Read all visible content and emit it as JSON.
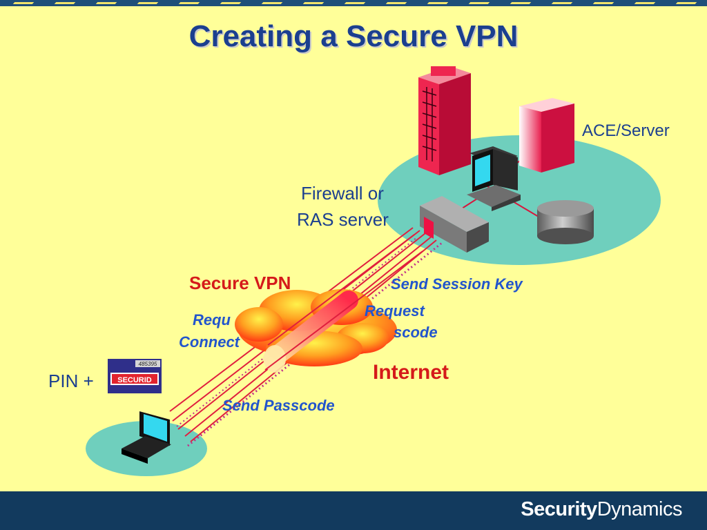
{
  "title": "Creating a Secure VPN",
  "labels": {
    "ace_server": "ACE/Server",
    "firewall_line1": "Firewall or",
    "firewall_line2": "RAS server",
    "secure_vpn": "Secure VPN",
    "send_session_key": "Send Session Key",
    "request_line1": "Request",
    "request_line2": "scode",
    "req_line1": "Requ",
    "req_line2": "Connect",
    "internet": "Internet",
    "send_passcode": "Send Passcode",
    "pin_plus": "PIN +",
    "token_brand": "SECURID",
    "token_number": "485395"
  },
  "footer": {
    "brand_bold": "Security",
    "brand_light": "Dynamics"
  },
  "colors": {
    "background": "#ffff99",
    "title": "#1b3f8f",
    "accent_red": "#d51a1a",
    "network_teal": "#6fcfbd",
    "footer": "#123a5e"
  }
}
